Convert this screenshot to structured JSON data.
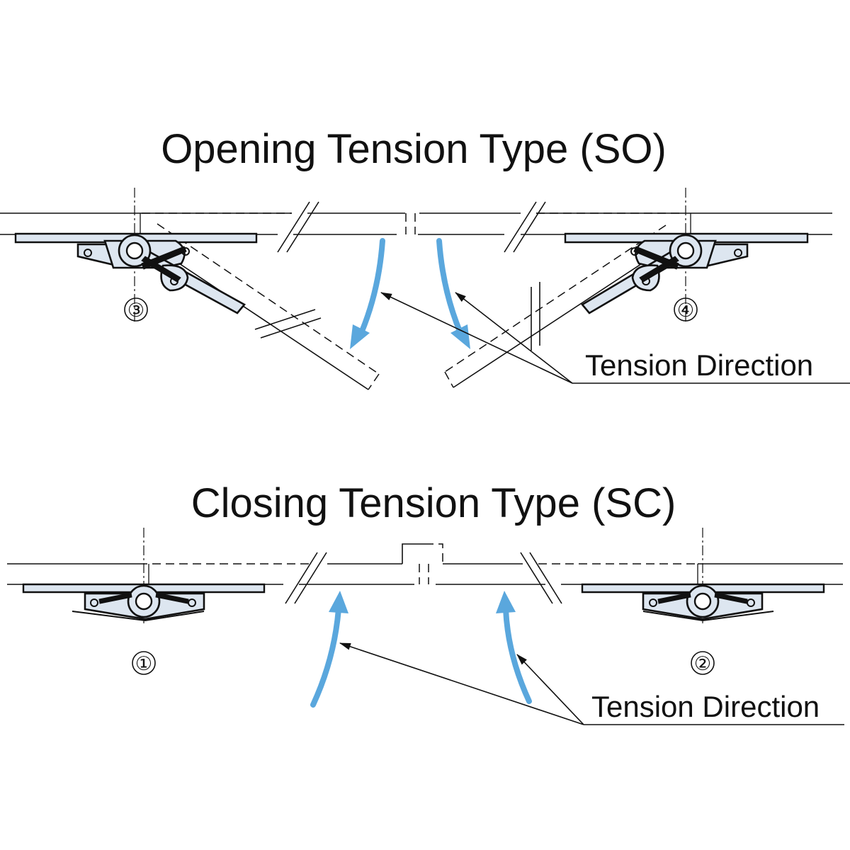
{
  "opening": {
    "title": "Opening Tension Type (SO)",
    "label": "Tension Direction",
    "num_left": "③",
    "num_right": "④"
  },
  "closing": {
    "title": "Closing Tension Type (SC)",
    "label": "Tension Direction",
    "num_left": "①",
    "num_right": "②"
  },
  "colors": {
    "arrow": "#5aa7dd",
    "hinge_fill": "#dde6f0",
    "line": "#111111"
  }
}
